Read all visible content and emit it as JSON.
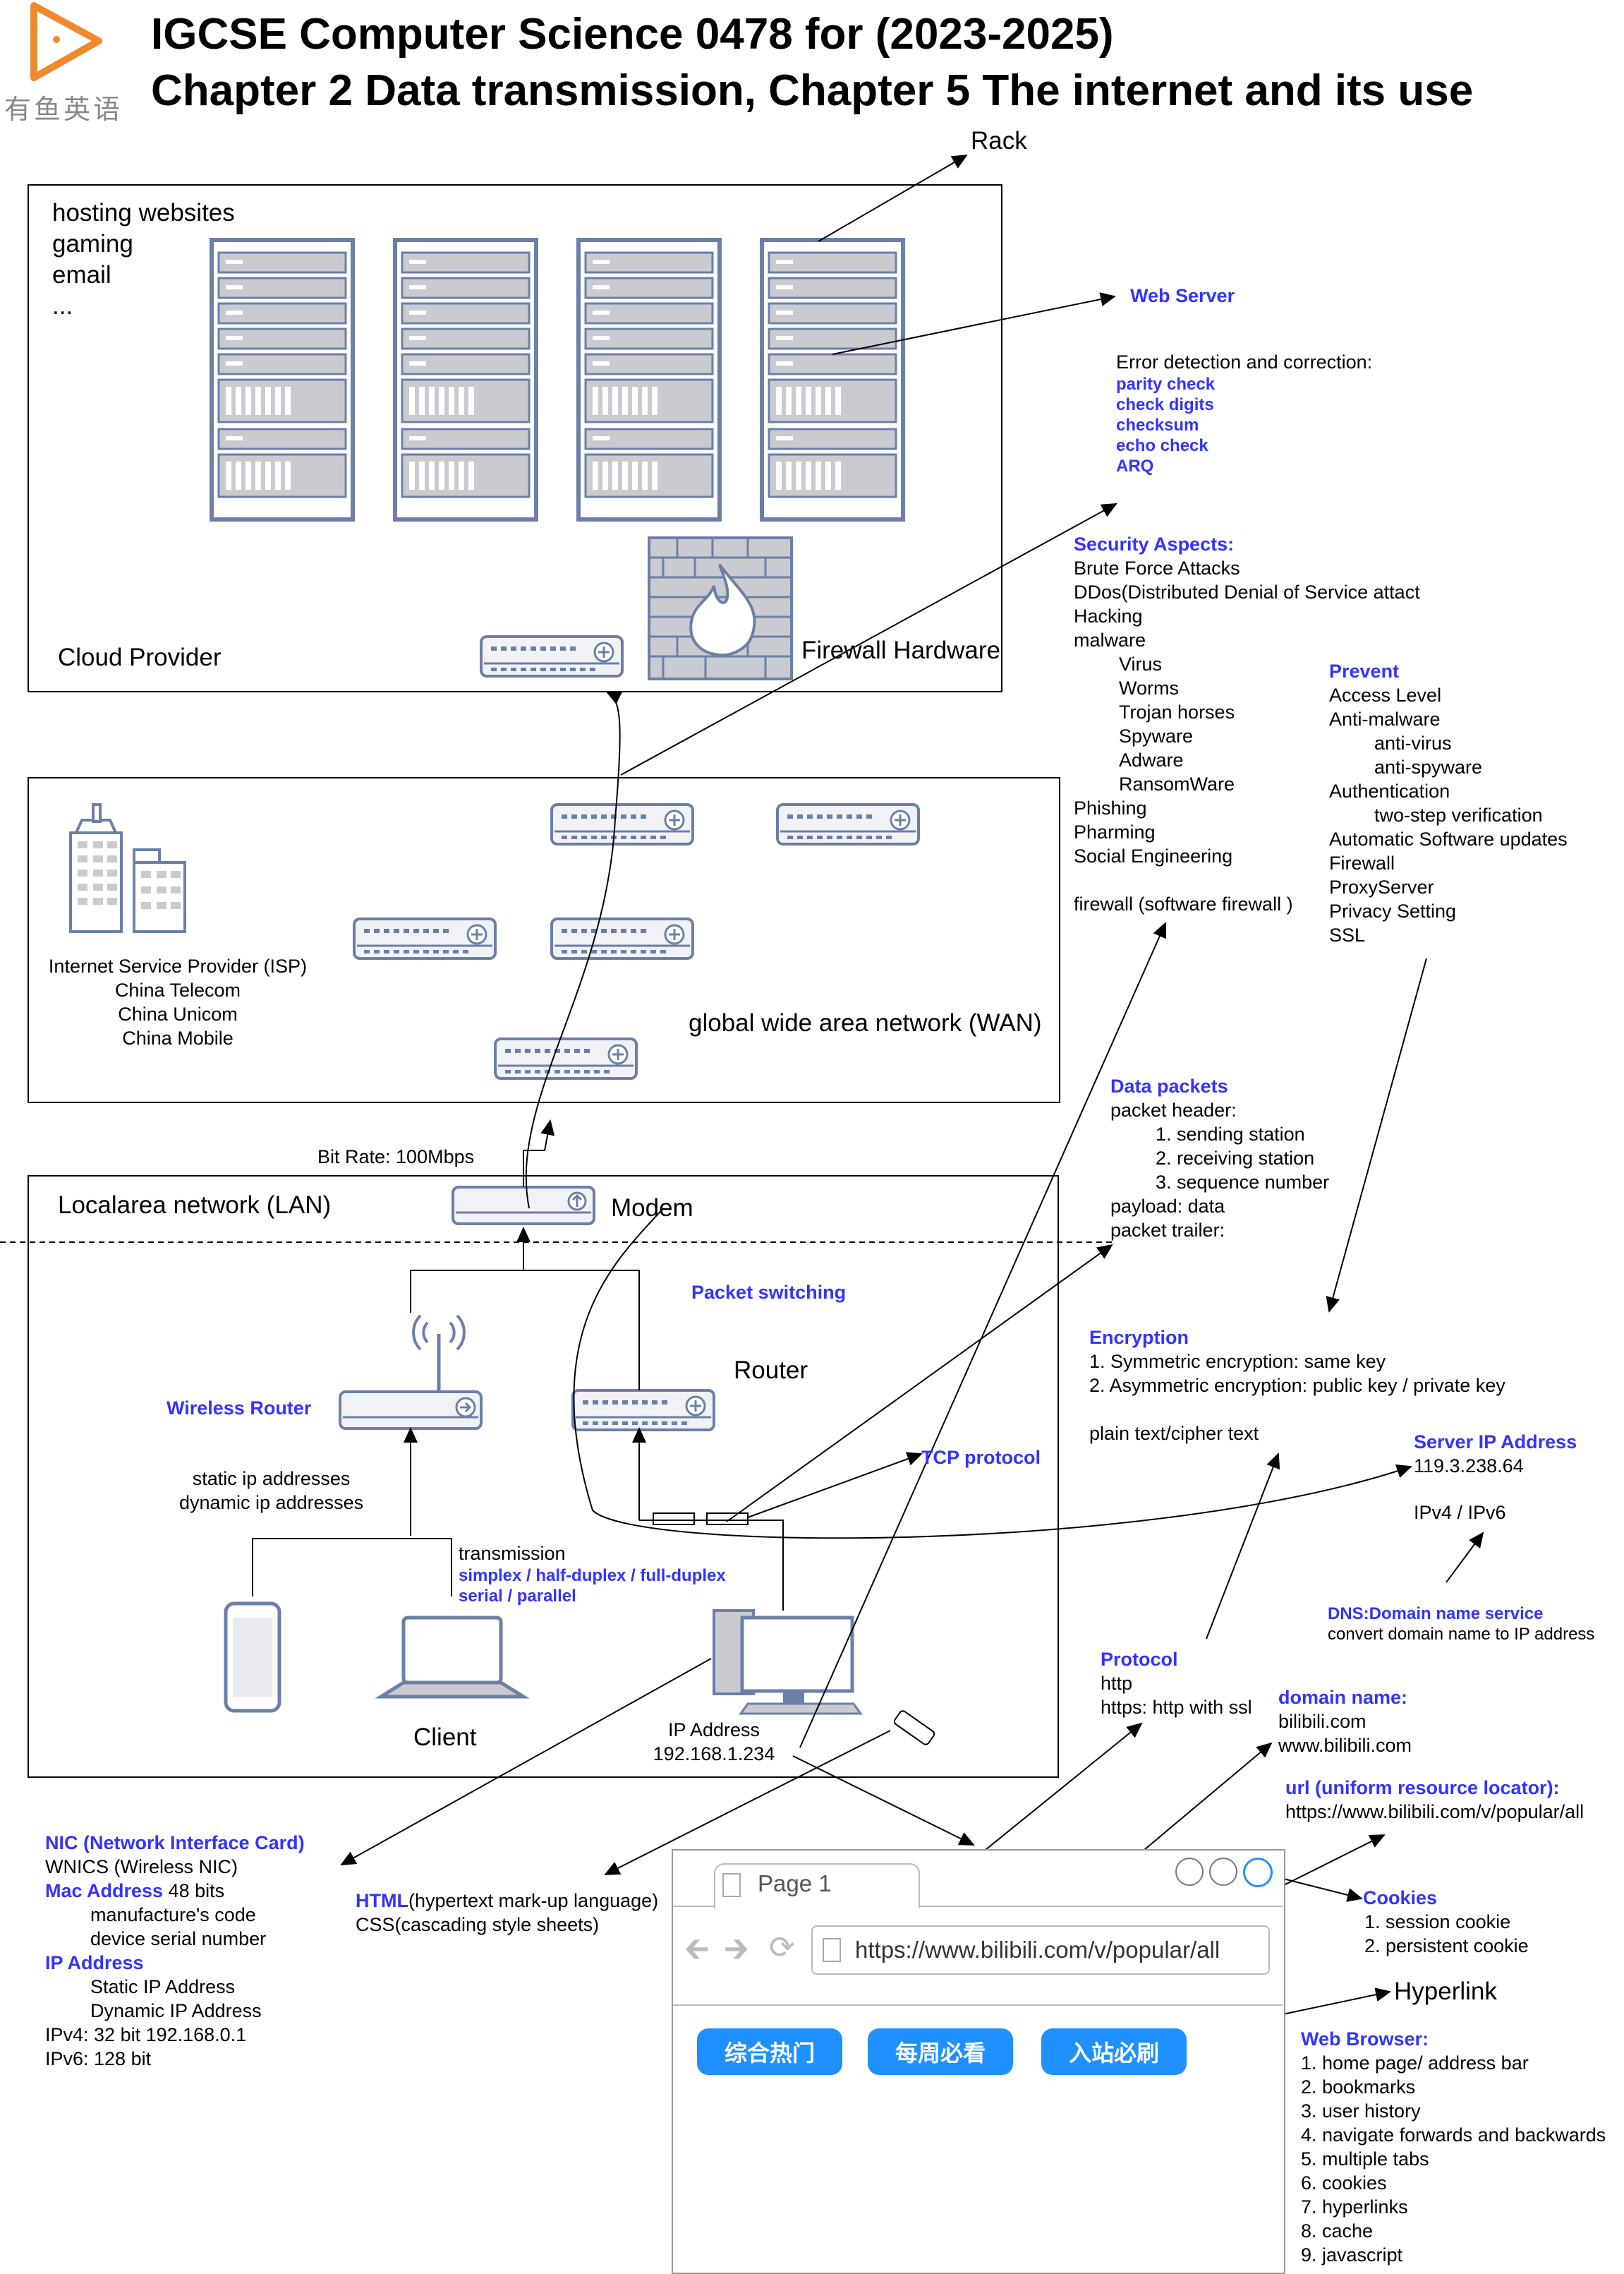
{
  "header": {
    "logo_text": "有鱼英语",
    "title_line1": "IGCSE Computer Science 0478 for (2023-2025)",
    "title_line2": "Chapter 2 Data transmission, Chapter 5 The internet and its use"
  },
  "cloud": {
    "uses": [
      "hosting websites",
      "gaming",
      "email",
      "..."
    ],
    "label": "Cloud Provider",
    "firewall_label": "Firewall Hardware",
    "rack_label": "Rack",
    "web_server_label": "Web Server"
  },
  "error_detection": {
    "title": "Error detection and correction:",
    "items": [
      "parity check",
      "check digits",
      "checksum",
      "echo check",
      "ARQ"
    ]
  },
  "security": {
    "title": "Security Aspects:",
    "lines": [
      "Brute Force Attacks",
      "DDos(Distributed Denial of Service attact",
      "Hacking",
      "malware"
    ],
    "malware": [
      "Virus",
      "Worms",
      "Trojan horses",
      "Spyware",
      "Adware",
      "RansomWare"
    ],
    "more": [
      "Phishing",
      "Pharming",
      "Social Engineering"
    ],
    "firewall_note": "firewall (software firewall )"
  },
  "prevent": {
    "title": "Prevent",
    "lines": [
      {
        "text": "Access Level",
        "indent": false
      },
      {
        "text": "Anti-malware",
        "indent": false
      },
      {
        "text": "anti-virus",
        "indent": true
      },
      {
        "text": "anti-spyware",
        "indent": true
      },
      {
        "text": "Authentication",
        "indent": false
      },
      {
        "text": "two-step verification",
        "indent": true
      },
      {
        "text": "Automatic Software updates",
        "indent": false
      },
      {
        "text": "Firewall",
        "indent": false
      },
      {
        "text": "ProxyServer",
        "indent": false
      },
      {
        "text": "Privacy Setting",
        "indent": false
      },
      {
        "text": "SSL",
        "indent": false
      }
    ]
  },
  "wan": {
    "isp_lines": [
      "Internet Service Provider (ISP)",
      "China Telecom",
      "China Unicom",
      "China Mobile"
    ],
    "label": "global wide area network (WAN)"
  },
  "lan": {
    "label": "Localarea network (LAN)",
    "bit_rate": "Bit Rate: 100Mbps",
    "modem": "Modem",
    "packet_switching": "Packet switching",
    "wireless_router": "Wireless Router",
    "router": "Router",
    "ip_lines": [
      "static ip addresses",
      "dynamic ip addresses"
    ],
    "transmission": "transmission",
    "transmission_modes": [
      "simplex / half-duplex / full-duplex",
      "serial / parallel"
    ],
    "tcp": "TCP protocol",
    "client": "Client",
    "ip_address_label": "IP Address",
    "ip_address_value": "192.168.1.234"
  },
  "data_packets": {
    "title": "Data packets",
    "lines": [
      {
        "text": "packet header:",
        "indent": false
      },
      {
        "text": "1. sending station",
        "indent": true
      },
      {
        "text": "2. receiving station",
        "indent": true
      },
      {
        "text": "3. sequence number",
        "indent": true
      },
      {
        "text": "payload: data",
        "indent": false
      },
      {
        "text": "packet trailer:",
        "indent": false
      }
    ]
  },
  "encryption": {
    "title": "Encryption",
    "lines": [
      "1. Symmetric encryption: same key",
      "2. Asymmetric encryption: public key / private key"
    ],
    "note": "plain text/cipher text"
  },
  "server_ip": {
    "title": "Server IP Address",
    "value": "119.3.238.64",
    "versions": "IPv4 / IPv6"
  },
  "dns": {
    "title": "DNS:Domain name service",
    "desc": "convert domain name to IP address"
  },
  "protocol": {
    "title": "Protocol",
    "lines": [
      "http",
      "https: http with ssl"
    ]
  },
  "domain": {
    "title": "domain name:",
    "lines": [
      "bilibili.com",
      "www.bilibili.com"
    ]
  },
  "url": {
    "title": "url (uniform resource locator):",
    "value": "https://www.bilibili.com/v/popular/all"
  },
  "nic": {
    "title": "NIC (Network Interface Card)",
    "wnics": "WNICS (Wireless NIC)",
    "mac_title": "Mac Address",
    "mac_bits": " 48 bits",
    "mac_lines": [
      "manufacture's code",
      "device serial number"
    ],
    "ip_title": "IP Address",
    "ip_lines": [
      "Static IP Address",
      "Dynamic IP Address"
    ],
    "ipv": [
      "IPv4: 32 bit 192.168.0.1",
      "IPv6: 128 bit"
    ]
  },
  "html_note": {
    "html": "HTML",
    "html_rest": "(hypertext mark-up language)",
    "css": "CSS(cascading style sheets)"
  },
  "browser": {
    "tab_label": "Page 1",
    "address": "https://www.bilibili.com/v/popular/all",
    "buttons": [
      "综合热门",
      "每周必看",
      "入站必刷"
    ]
  },
  "cookies": {
    "title": "Cookies",
    "lines": [
      "1. session cookie",
      "2. persistent cookie"
    ]
  },
  "hyperlink": "Hyperlink",
  "web_browser": {
    "title": "Web Browser:",
    "lines": [
      "1. home page/ address bar",
      "2. bookmarks",
      "3. user history",
      "4. navigate forwards and backwards",
      "5. multiple tabs",
      "6. cookies",
      "7. hyperlinks",
      "8. cache",
      "9. javascript"
    ]
  },
  "colors": {
    "accent_blue": "#3333ff",
    "device_blue": "#6b7fa8",
    "button_blue": "#1e90ff"
  }
}
